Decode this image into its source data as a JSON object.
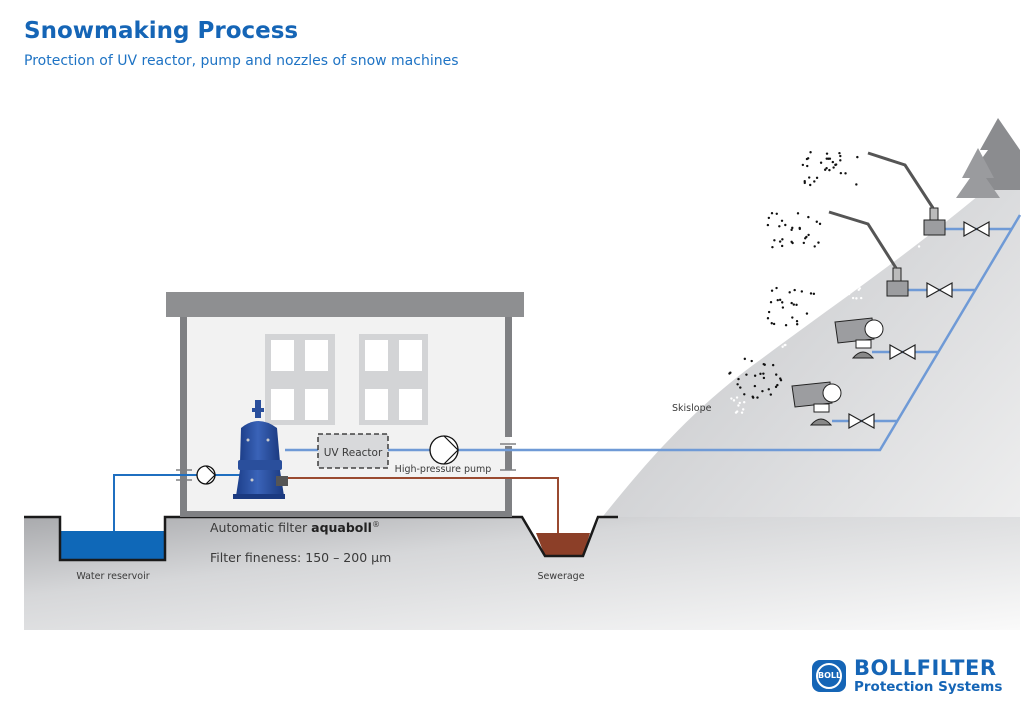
{
  "header": {
    "title": "Snowmaking Process",
    "subtitle": "Protection of UV reactor, pump and nozzles of snow machines"
  },
  "labels": {
    "uv_reactor": "UV Reactor",
    "high_pressure_pump": "High-pressure pump",
    "filter_name_prefix": "Automatic filter ",
    "filter_name_brand": "aquaboll",
    "filter_name_mark": "®",
    "filter_fineness": "Filter fineness: 150 – 200 µm",
    "water_reservoir": "Water reservoir",
    "sewerage": "Sewerage",
    "skislope": "Skislope"
  },
  "logo": {
    "badge_text": "BOLL",
    "name": "BOLLFILTER",
    "tagline": "Protection Systems"
  },
  "colors": {
    "brand_blue": "#1565b6",
    "clean_water_pipe": "#6f9ad6",
    "raw_water_pipe": "#1f6fc0",
    "reservoir_water": "#0f68b8",
    "waste_pipe": "#9a4a30",
    "sewage": "#8c3f28",
    "building_frame": "#8e8f91",
    "building_wall": "#f2f2f2",
    "window_frame": "#d3d4d6"
  }
}
